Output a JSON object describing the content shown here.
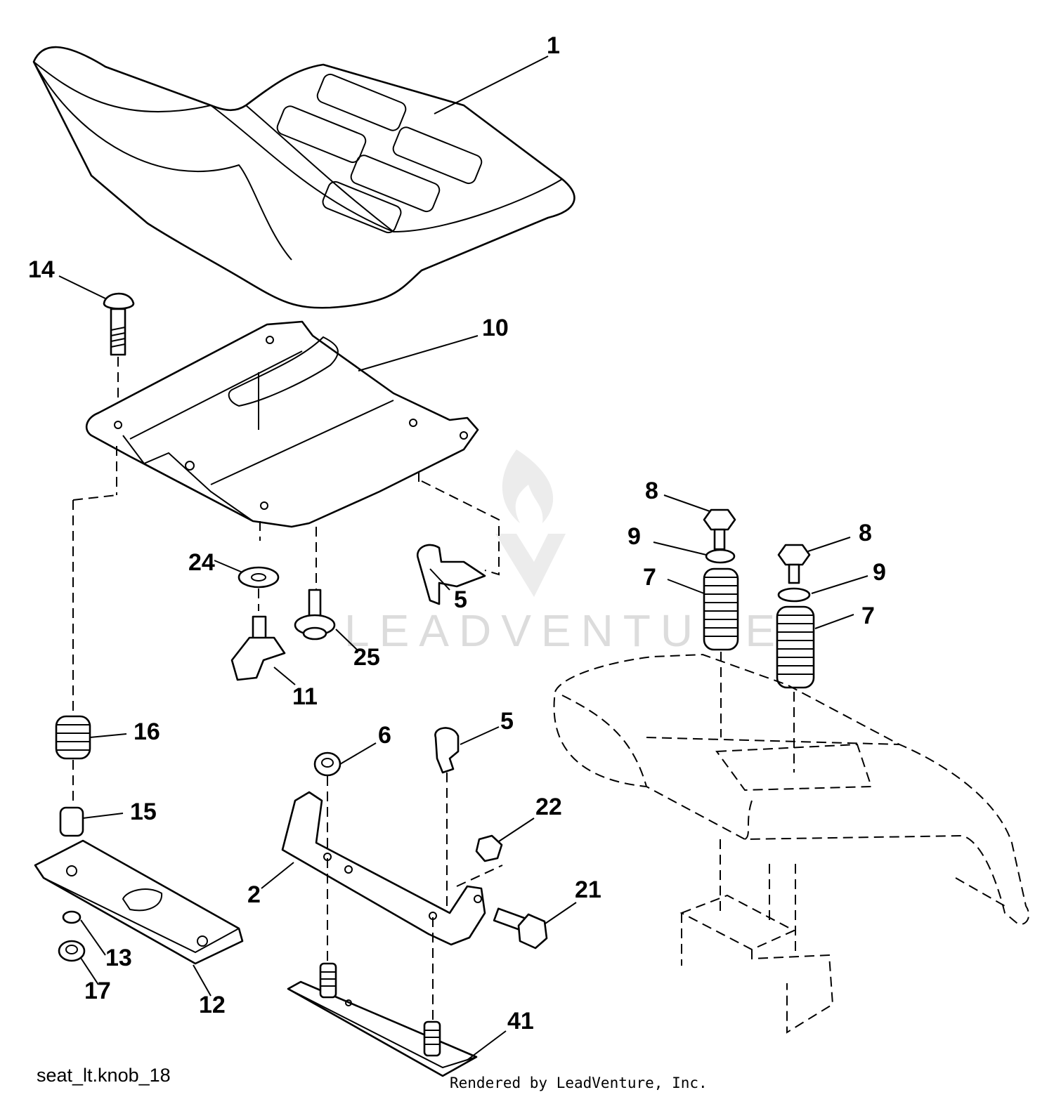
{
  "diagram": {
    "filename": "seat_lt.knob_18",
    "credit": "Rendered by LeadVenture, Inc.",
    "watermark": "LEADVENTURE",
    "callouts": {
      "c1": "1",
      "c2": "2",
      "c5a": "5",
      "c5b": "5",
      "c6": "6",
      "c7a": "7",
      "c7b": "7",
      "c8a": "8",
      "c8b": "8",
      "c9a": "9",
      "c9b": "9",
      "c10": "10",
      "c11": "11",
      "c12": "12",
      "c13": "13",
      "c14": "14",
      "c15": "15",
      "c16": "16",
      "c17": "17",
      "c21": "21",
      "c22": "22",
      "c24": "24",
      "c25": "25",
      "c41": "41"
    }
  }
}
